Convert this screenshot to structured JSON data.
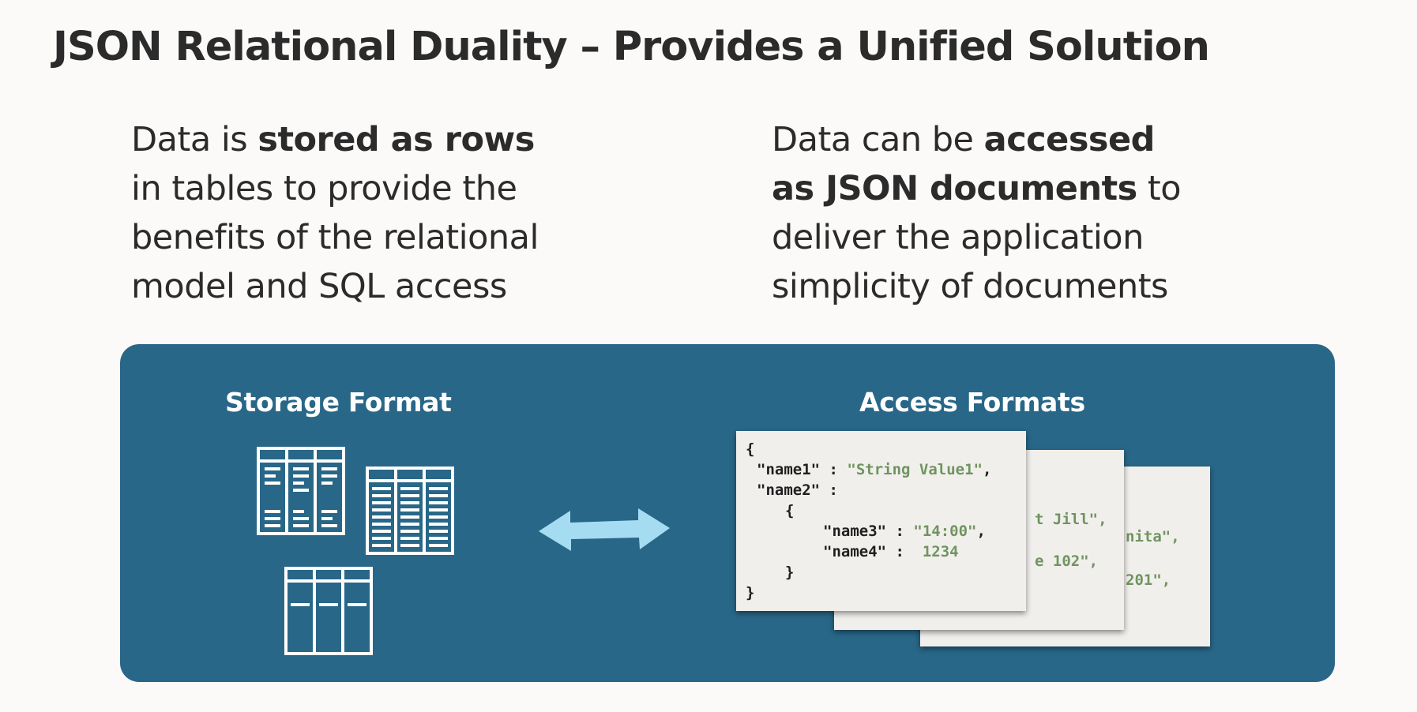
{
  "slide": {
    "title": "JSON Relational Duality – Provides a Unified Solution"
  },
  "left_column": {
    "line1_prefix": "Data is ",
    "line1_bold": "stored as rows",
    "line2": "in tables to provide the",
    "line3": "benefits of the relational",
    "line4": "model and SQL access"
  },
  "right_column": {
    "line1_prefix": "Data can be ",
    "line1_bold": "accessed",
    "line2_bold": "as JSON documents",
    "line2_suffix": " to",
    "line3": "deliver the application",
    "line4": "simplicity of documents"
  },
  "panel": {
    "storage_heading": "Storage Format",
    "access_heading": "Access Formats",
    "background_color": "#296788",
    "arrow_color": "#a6dcf2"
  },
  "documents": {
    "front": {
      "l1": "{",
      "l2_key": "\"name1\" : ",
      "l2_val": "\"String Value1\"",
      "l2_end": ",",
      "l3_key": "\"name2\" :",
      "l4": "{",
      "l5_key": "\"name3\" : ",
      "l5_val": "\"14:00\"",
      "l5_end": ",",
      "l6_key": "\"name4\" :  ",
      "l6_val": "1234",
      "l7": "}",
      "l8": "}"
    },
    "middle": {
      "frag1": "t Jill\",",
      "frag2": "e 102\","
    },
    "back": {
      "frag1": "nita\",",
      "frag2": "201\","
    }
  }
}
